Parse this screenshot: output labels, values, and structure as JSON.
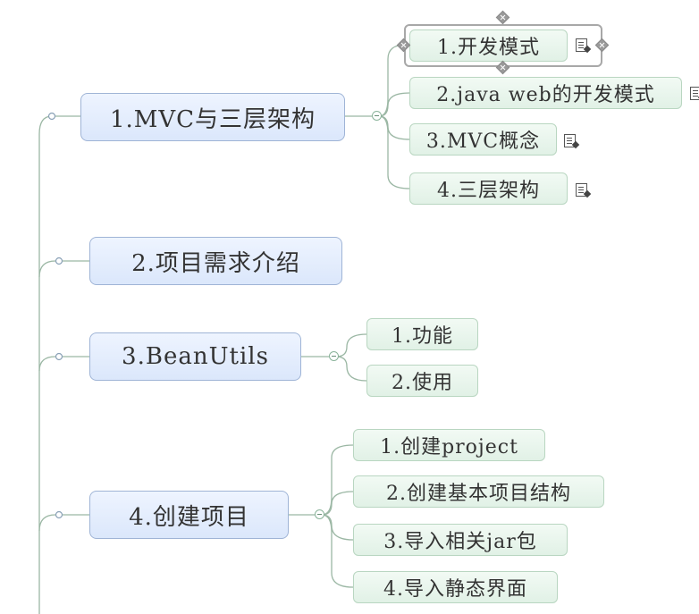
{
  "mindmap": {
    "main_topics": [
      {
        "label": "1.MVC与三层架构",
        "subtopics": [
          {
            "label": "1.开发模式",
            "note_icon": "note-icon",
            "selected": true
          },
          {
            "label": "2.java web的开发模式",
            "note_icon": "note-icon"
          },
          {
            "label": "3.MVC概念",
            "note_icon": "note-icon"
          },
          {
            "label": "4.三层架构",
            "note_icon": "note-icon"
          }
        ]
      },
      {
        "label": "2.项目需求介绍",
        "subtopics": []
      },
      {
        "label": "3.BeanUtils",
        "subtopics": [
          {
            "label": "1.功能"
          },
          {
            "label": "2.使用"
          }
        ]
      },
      {
        "label": "4.创建项目",
        "subtopics": [
          {
            "label": "1.创建project"
          },
          {
            "label": "2.创建基本项目结构"
          },
          {
            "label": "3.导入相关jar包"
          },
          {
            "label": "4.导入静态界面"
          }
        ]
      }
    ],
    "colors": {
      "main_fill": "#dbe7fb",
      "main_border": "#9fb4d6",
      "sub_fill": "#e1f1e6",
      "sub_border": "#b9d6c1",
      "connector": "#9bb7a4"
    }
  }
}
